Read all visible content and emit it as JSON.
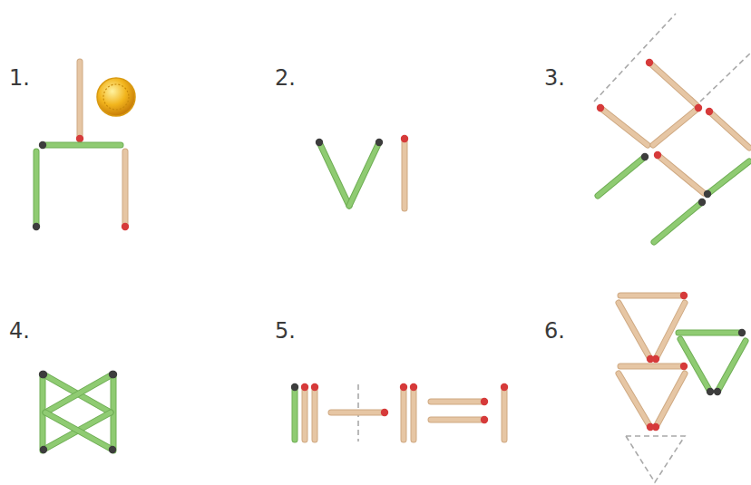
{
  "diagram": {
    "labels": [
      "1.",
      "2.",
      "3.",
      "4.",
      "5.",
      "6."
    ]
  }
}
